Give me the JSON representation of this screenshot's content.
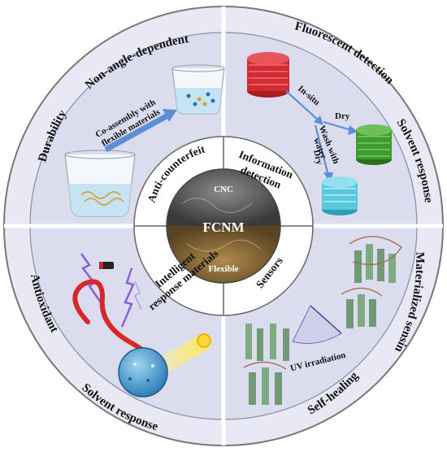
{
  "outer_labels": {
    "top_left": "Non-angle-dependent",
    "left_upper": "Durability",
    "top_right": "Fluorescent detection",
    "right_upper": "Solvent response",
    "right_lower": "Materialized sensing",
    "bottom_right": "Self-healing",
    "bottom_left": "Solvent response",
    "left_lower": "Antioxidant"
  },
  "inner_labels": {
    "anti_counterfeit": "Anti-counterfeit",
    "information_detection_line1": "Information",
    "information_detection_line2": "detection",
    "intelligent_line1": "Intelligent",
    "intelligent_line2": "response materials",
    "sensors": "Sensors"
  },
  "core": {
    "title": "FCNM",
    "top": "CNC",
    "bottom": "Flexible"
  },
  "panel_notes": {
    "coassembly_line1": "Co-assembly with",
    "coassembly_line2": "flexible materials",
    "in_situ": "In-situ",
    "dry_top": "Dry",
    "wash_line1": "Wash with",
    "wash_line2": "water",
    "dry_bottom": "Dry",
    "uv": "UV irradiation"
  },
  "colors": {
    "ring_fill": "#e6e6f4",
    "panel_fill": "#dcdcef",
    "divider": "#ffffff",
    "arrow_blue": "#5b8fd6",
    "red_film": "#d12a33",
    "green_film": "#3f9a2c",
    "cyan_film": "#58c8dc",
    "helix_green": "#6f9a74",
    "lightning": "#8a5fd8"
  }
}
